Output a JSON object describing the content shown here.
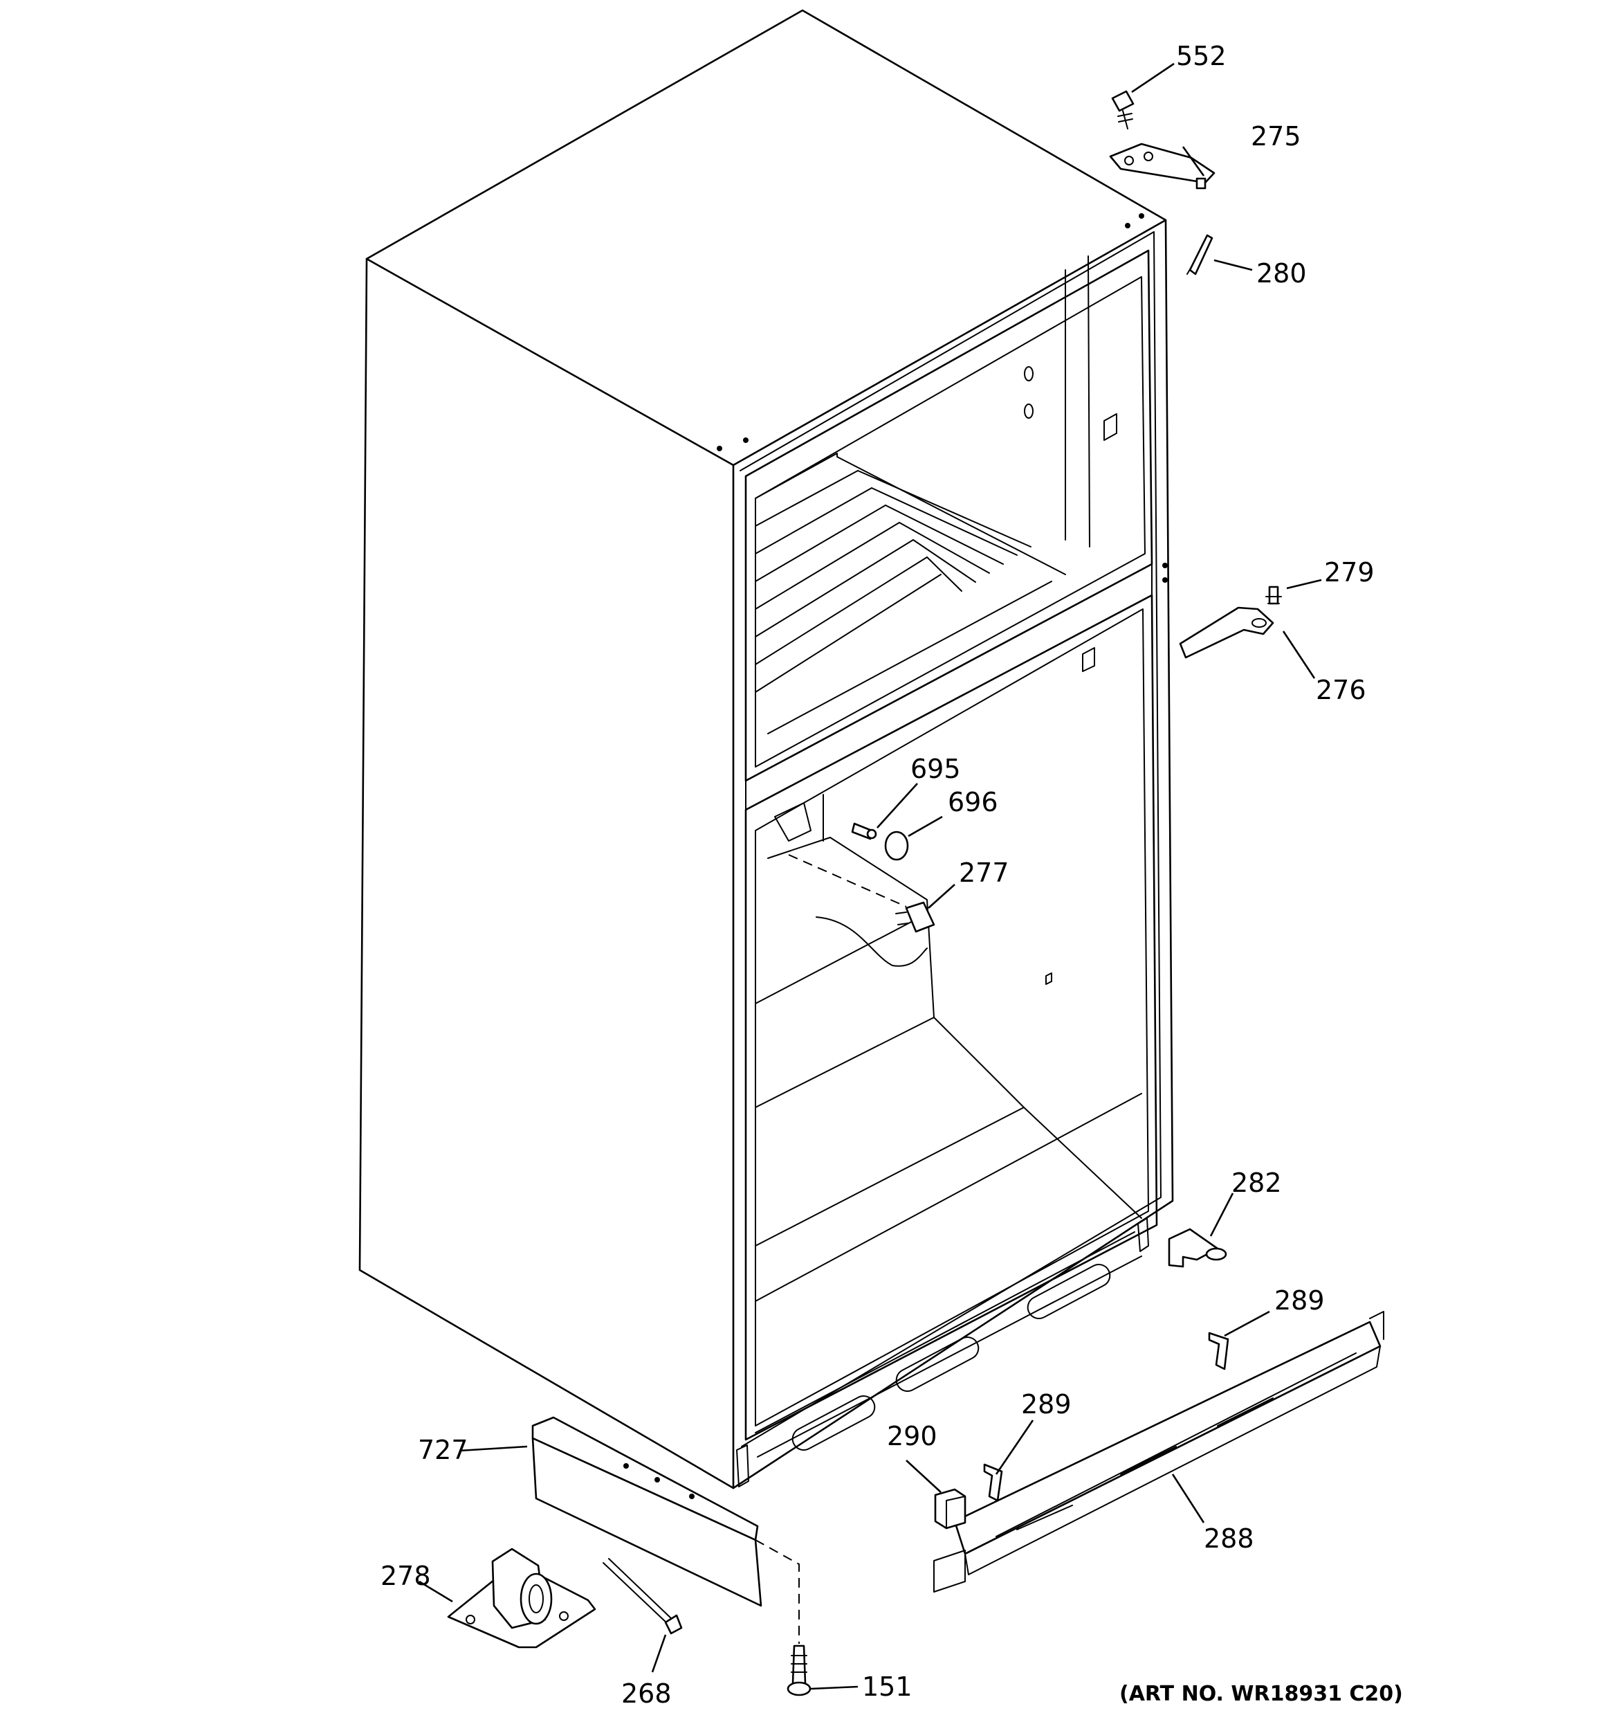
{
  "art_number": "(ART NO. WR18931 C20)",
  "callouts": [
    {
      "id": "552",
      "label": "552"
    },
    {
      "id": "275",
      "label": "275"
    },
    {
      "id": "280",
      "label": "280"
    },
    {
      "id": "279",
      "label": "279"
    },
    {
      "id": "276",
      "label": "276"
    },
    {
      "id": "695",
      "label": "695"
    },
    {
      "id": "696",
      "label": "696"
    },
    {
      "id": "277",
      "label": "277"
    },
    {
      "id": "282",
      "label": "282"
    },
    {
      "id": "289a",
      "label": "289"
    },
    {
      "id": "289b",
      "label": "289"
    },
    {
      "id": "290",
      "label": "290"
    },
    {
      "id": "288",
      "label": "288"
    },
    {
      "id": "727",
      "label": "727"
    },
    {
      "id": "278",
      "label": "278"
    },
    {
      "id": "268",
      "label": "268"
    },
    {
      "id": "151",
      "label": "151"
    }
  ]
}
